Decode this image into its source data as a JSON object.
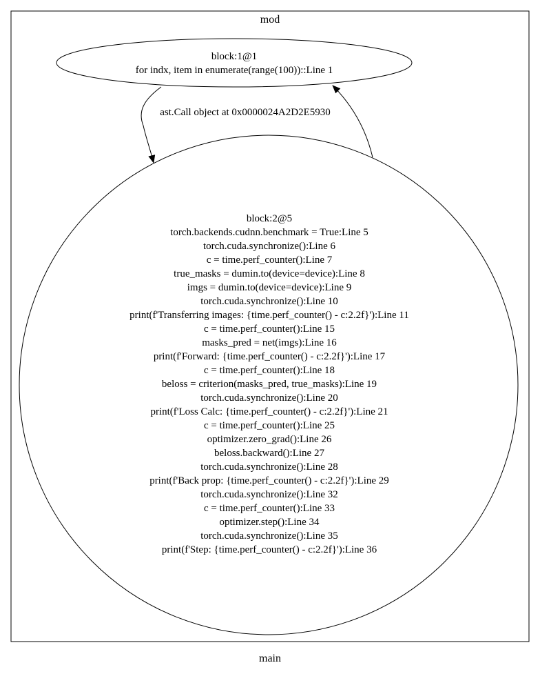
{
  "graph": {
    "label": "main",
    "cluster_label": "mod"
  },
  "nodes": {
    "block1": {
      "title": "block:1@1",
      "line": "for indx, item in enumerate(range(100))::Line 1"
    },
    "block2": {
      "title": "block:2@5",
      "lines": [
        "torch.backends.cudnn.benchmark = True:Line 5",
        "torch.cuda.synchronize():Line 6",
        "c = time.perf_counter():Line 7",
        "true_masks = dumin.to(device=device):Line 8",
        "imgs = dumin.to(device=device):Line 9",
        "torch.cuda.synchronize():Line 10",
        "print(f'Transferring images: {time.perf_counter() - c:2.2f}'):Line 11",
        "c = time.perf_counter():Line 15",
        "masks_pred = net(imgs):Line 16",
        "print(f'Forward: {time.perf_counter() - c:2.2f}'):Line 17",
        "c = time.perf_counter():Line 18",
        "beloss = criterion(masks_pred, true_masks):Line 19",
        "torch.cuda.synchronize():Line 20",
        "print(f'Loss Calc: {time.perf_counter() - c:2.2f}'):Line 21",
        "c = time.perf_counter():Line 25",
        "optimizer.zero_grad():Line 26",
        "beloss.backward():Line 27",
        "torch.cuda.synchronize():Line 28",
        "print(f'Back prop: {time.perf_counter() - c:2.2f}'):Line 29",
        "torch.cuda.synchronize():Line 32",
        "c = time.perf_counter():Line 33",
        "optimizer.step():Line 34",
        "torch.cuda.synchronize():Line 35",
        "print(f'Step: {time.perf_counter() - c:2.2f}'):Line 36"
      ]
    }
  },
  "edges": {
    "block1_to_block2": {
      "label": "ast.Call object at 0x0000024A2D2E5930"
    },
    "block2_to_block1": {
      "label": ""
    }
  }
}
